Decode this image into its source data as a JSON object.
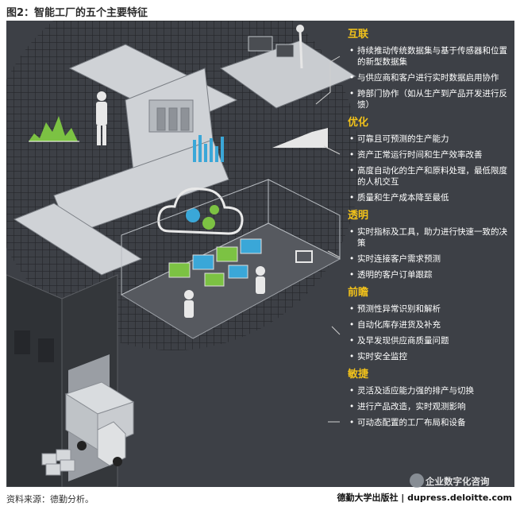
{
  "figure_title": "图2：智能工厂的五个主要特征",
  "sections": [
    {
      "title": "互联",
      "items": [
        "持续推动传统数据集与基于传感器和位置的新型数据集",
        "与供应商和客户进行实时数据启用协作",
        "跨部门协作（如从生产到产品开发进行反馈）"
      ]
    },
    {
      "title": "优化",
      "items": [
        "可靠且可预测的生产能力",
        "资产正常运行时间和生产效率改善",
        "高度自动化的生产和原料处理，最低限度的人机交互",
        "质量和生产成本降至最低"
      ]
    },
    {
      "title": "透明",
      "items": [
        "实时指标及工具，助力进行快速一致的决策",
        "实时连接客户需求预测",
        "透明的客户订单跟踪"
      ]
    },
    {
      "title": "前瞻",
      "items": [
        "预测性异常识别和解析",
        "自动化库存进货及补充",
        "及早发现供应商质量问题",
        "实时安全监控"
      ]
    },
    {
      "title": "敏捷",
      "items": [
        "灵活及适应能力强的排产与切换",
        "进行产品改造，实时观测影响",
        "可动态配置的工厂布局和设备"
      ]
    }
  ],
  "source_note": "资料来源：德勤分析。",
  "publisher": "德勤大学出版社 | dupress.deloitte.com",
  "watermark": "企业数字化咨询",
  "colors": {
    "panel": "#3d4046",
    "section_title": "#f2c21a",
    "accent_green": "#7cc243",
    "accent_blue": "#3aa7d8"
  }
}
